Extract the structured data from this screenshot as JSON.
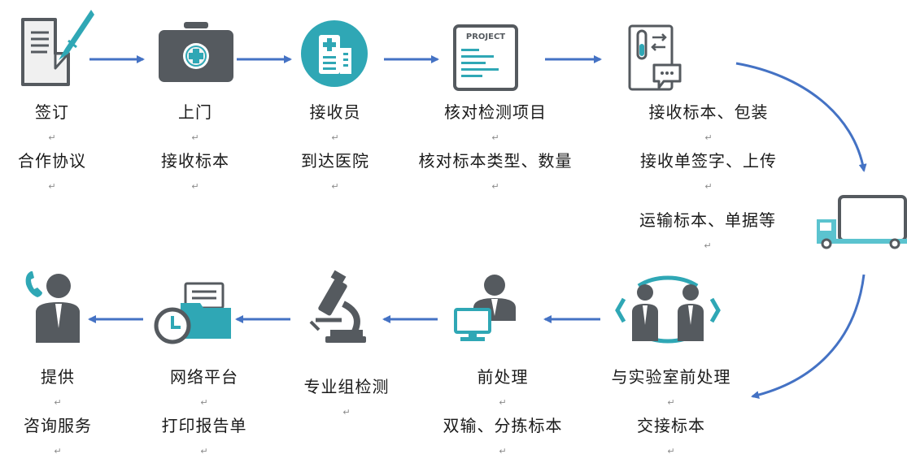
{
  "para_mark": "↵",
  "colors": {
    "arrow": "#4472C4",
    "teal": "#2FA7B5",
    "dark": "#555a5f",
    "teal_light": "#5BC3CF"
  },
  "steps": [
    {
      "icon": "contract-pen-icon",
      "line1": "签订",
      "line2": "合作协议"
    },
    {
      "icon": "medical-kit-icon",
      "line1": "上门",
      "line2": "接收标本"
    },
    {
      "icon": "hospital-building-icon",
      "line1": "接收员",
      "line2": "到达医院"
    },
    {
      "icon": "project-document-icon",
      "line1": "核对检测项目",
      "line2": "核对标本类型、数量"
    },
    {
      "icon": "test-tube-chat-icon",
      "line1": "接收标本、包装",
      "line2": "接收单签字、上传"
    },
    {
      "icon": "truck-icon",
      "line1": "运输标本、单据等"
    },
    {
      "icon": "exchange-people-icon",
      "line1": "与实验室前处理",
      "line2": "交接标本"
    },
    {
      "icon": "computer-user-icon",
      "line1": "前处理",
      "line2": "双输、分拣标本"
    },
    {
      "icon": "microscope-icon",
      "line1": "专业组检测"
    },
    {
      "icon": "clock-folder-icon",
      "line1": "网络平台",
      "line2": "打印报告单"
    },
    {
      "icon": "phone-consultant-icon",
      "line1": "提供",
      "line2": "咨询服务"
    }
  ],
  "project_icon_text": "PROJECT"
}
